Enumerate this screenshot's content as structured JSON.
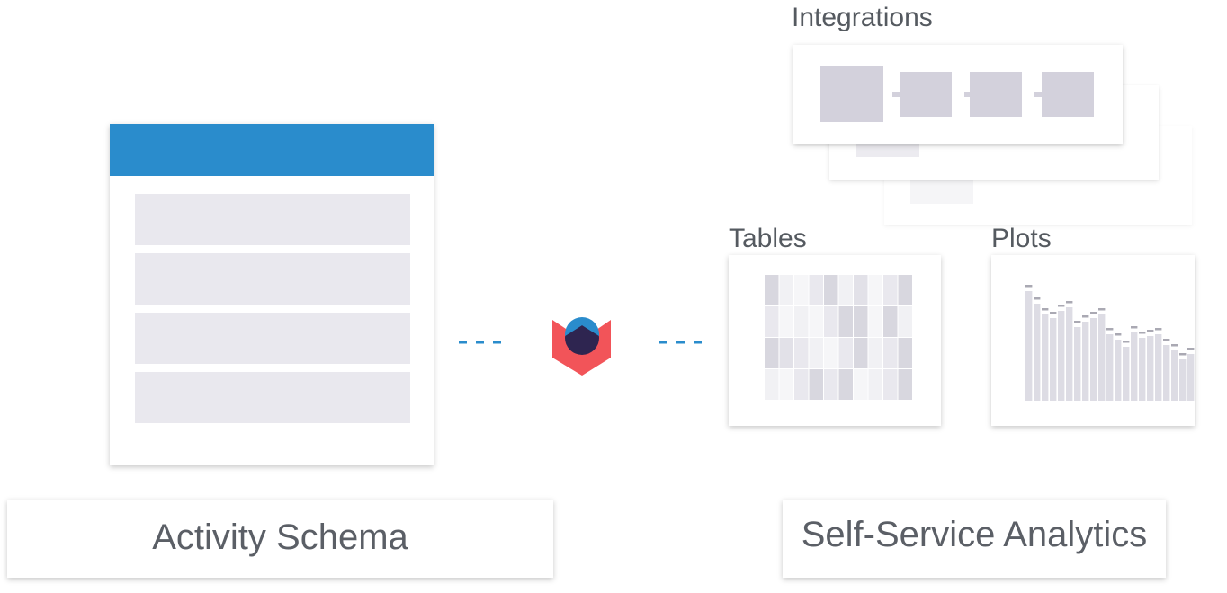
{
  "labels": {
    "integrations": "Integrations",
    "tables": "Tables",
    "plots": "Plots",
    "activity_schema": "Activity Schema",
    "self_service_analytics": "Self-Service Analytics"
  },
  "colors": {
    "schema_header": "#2a8ccc",
    "connector_dash": "#2a8ccc",
    "logo_red": "#f25459",
    "logo_blue": "#2a8ccc",
    "logo_navy": "#2e2550",
    "placeholder_gray": "#d3d1dc"
  },
  "icons": {
    "center_logo": "narrator-logo-icon"
  }
}
